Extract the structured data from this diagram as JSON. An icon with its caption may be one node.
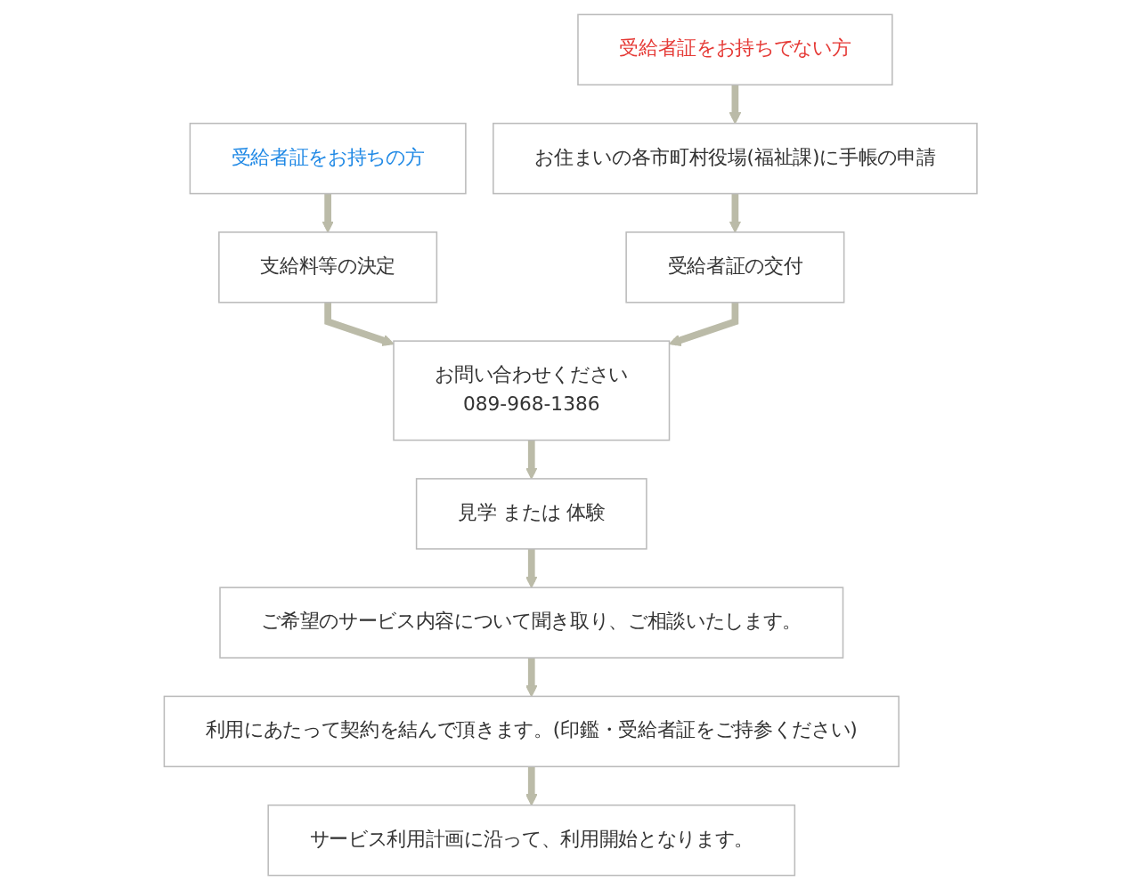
{
  "diagram": {
    "nodes": [
      {
        "text": [
          "受給者証をお持ちの方"
        ]
      },
      {
        "text": [
          "受給者証をお持ちでない方"
        ]
      },
      {
        "text": [
          "支給料等の決定"
        ]
      },
      {
        "text": [
          "お住まいの各市町村役場(福祉課)に手帳の申請"
        ]
      },
      {
        "text": [
          "受給者証の交付"
        ]
      },
      {
        "text": [
          "お問い合わせください",
          "089-968-1386"
        ]
      },
      {
        "text": [
          "見学 または 体験"
        ]
      },
      {
        "text": [
          "ご希望のサービス内容について聞き取り、ご相談いたします。"
        ]
      },
      {
        "text": [
          "利用にあたって契約を結んで頂きます。(印鑑・受給者証をご持参ください)"
        ]
      },
      {
        "text": [
          "サービス利用計画に沿って、利用開始となります。"
        ]
      }
    ],
    "edges": [
      {
        "from": 0,
        "to": 2,
        "arrow": "to"
      },
      {
        "from": 1,
        "to": 3,
        "arrow": "to"
      },
      {
        "from": 3,
        "to": 4,
        "arrow": "to"
      },
      {
        "from": 2,
        "to": 5,
        "arrow": "to"
      },
      {
        "from": 4,
        "to": 5,
        "arrow": "to"
      },
      {
        "from": 5,
        "to": 6,
        "arrow": "to"
      },
      {
        "from": 6,
        "to": 7,
        "arrow": "to"
      },
      {
        "from": 7,
        "to": 8,
        "arrow": "to"
      },
      {
        "from": 8,
        "to": 9,
        "arrow": "to"
      }
    ]
  }
}
